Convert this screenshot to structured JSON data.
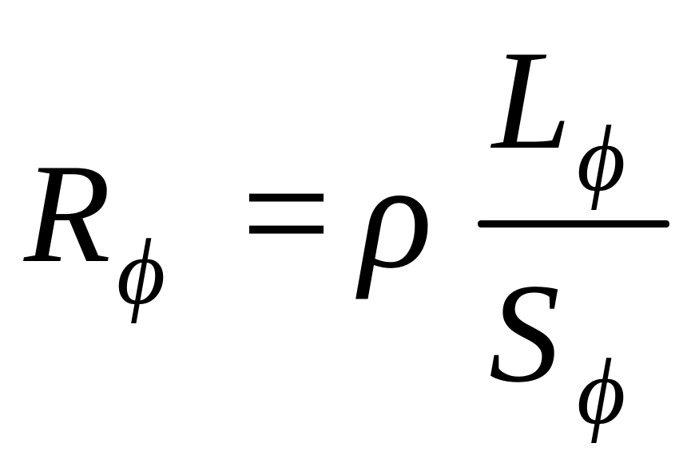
{
  "formula": {
    "lhs": {
      "main": "R",
      "subscript": "ϕ"
    },
    "equals": "=",
    "coefficient": "ρ",
    "numerator": {
      "main": "L",
      "subscript": "ϕ"
    },
    "denominator": {
      "main": "S",
      "subscript": "ϕ"
    },
    "colors": {
      "ink": "#000000",
      "background": "#ffffff"
    }
  }
}
